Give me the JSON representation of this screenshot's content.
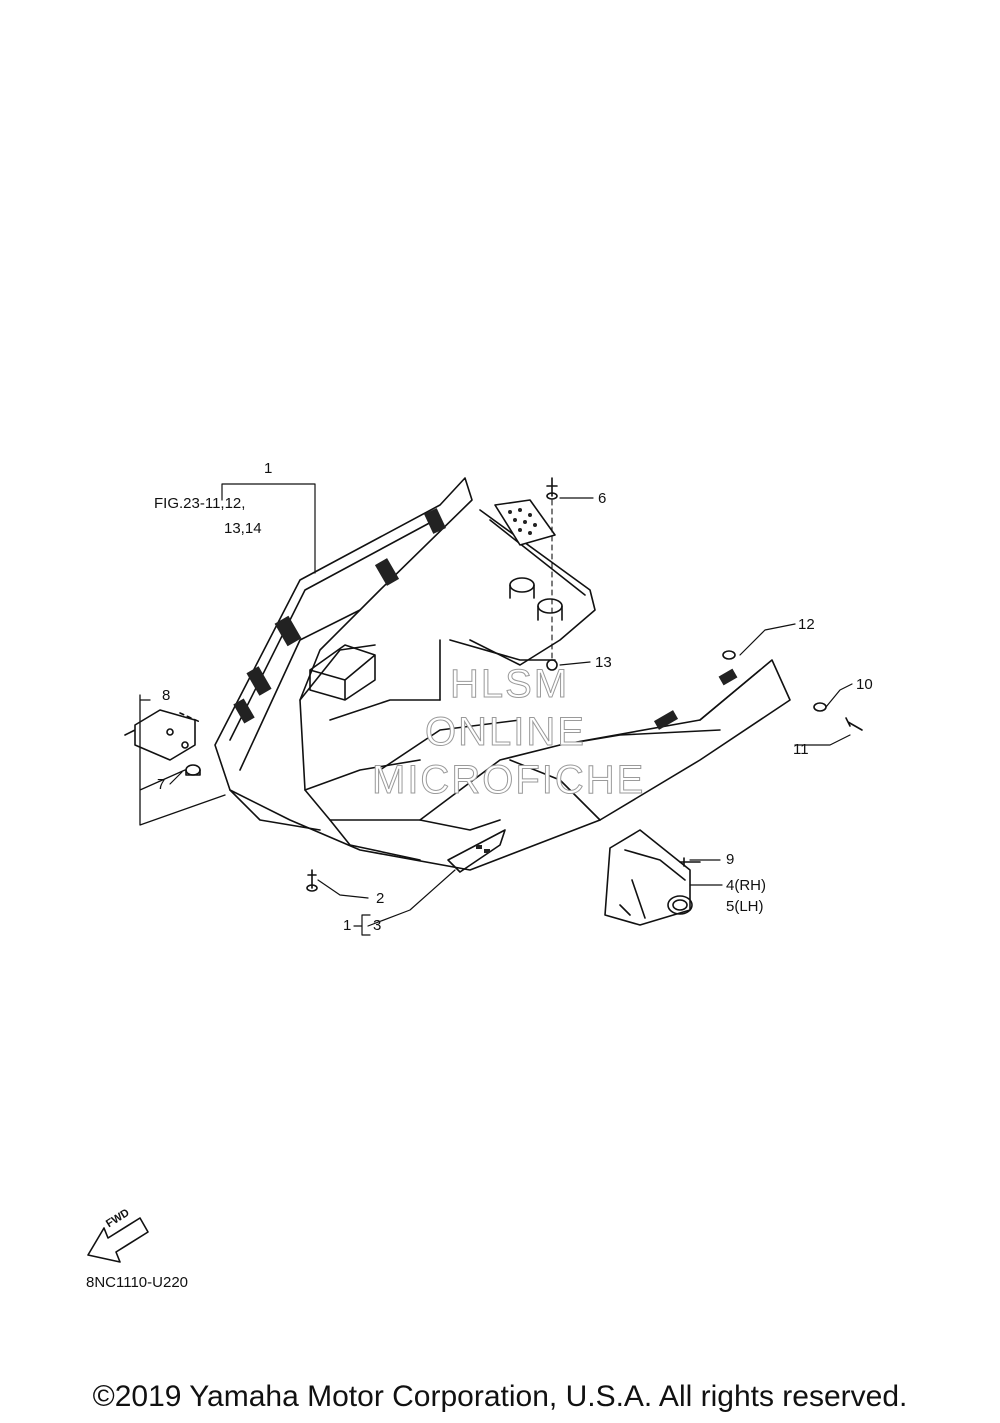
{
  "callouts": [
    {
      "id": "c1",
      "text": "1"
    },
    {
      "id": "c2",
      "text": "2"
    },
    {
      "id": "c3a",
      "text": "1"
    },
    {
      "id": "c3b",
      "text": "3"
    },
    {
      "id": "c4",
      "text": "4(RH)"
    },
    {
      "id": "c5",
      "text": "5(LH)"
    },
    {
      "id": "c6",
      "text": "6"
    },
    {
      "id": "c7",
      "text": "7"
    },
    {
      "id": "c8",
      "text": "8"
    },
    {
      "id": "c9",
      "text": "9"
    },
    {
      "id": "c10",
      "text": "10"
    },
    {
      "id": "c11",
      "text": "11"
    },
    {
      "id": "c12",
      "text": "12"
    },
    {
      "id": "c13",
      "text": "13"
    }
  ],
  "figure_ref": {
    "line1": "FIG.23-11,12,",
    "line2": "13,14"
  },
  "watermark": {
    "line1": "HLSM",
    "line2": "ONLINE",
    "line3": "MICROFICHE"
  },
  "fwd_label": "FWD",
  "diagram_code": "8NC1110-U220",
  "copyright": "©2019 Yamaha Motor Corporation, U.S.A. All rights reserved."
}
